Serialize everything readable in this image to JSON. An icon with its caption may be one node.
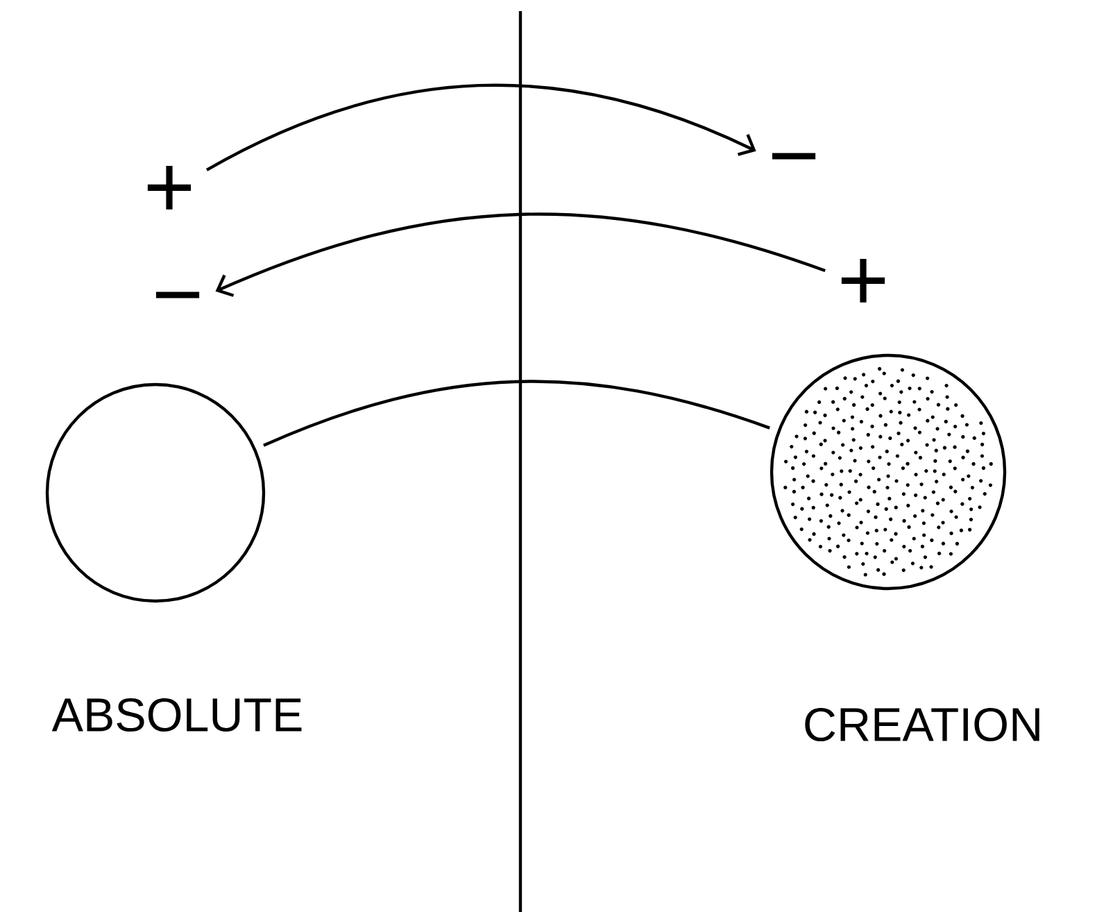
{
  "diagram": {
    "nodes": [
      {
        "text": [
          "+"
        ]
      },
      {
        "text": [
          "−"
        ]
      },
      {
        "text": [
          "+"
        ]
      },
      {
        "text": [
          "−"
        ]
      },
      {
        "text": [],
        "shape": "circle",
        "beside": [
          "ABSOLUTE"
        ]
      },
      {
        "text": [],
        "shape": "circle",
        "beside": [
          "CREATION"
        ]
      }
    ],
    "edges": [
      {
        "from": 0,
        "to": 1,
        "arrow": "to"
      },
      {
        "from": 2,
        "to": 3,
        "arrow": "to"
      },
      {
        "from": 4,
        "to": 5,
        "arrow": "none"
      }
    ]
  }
}
